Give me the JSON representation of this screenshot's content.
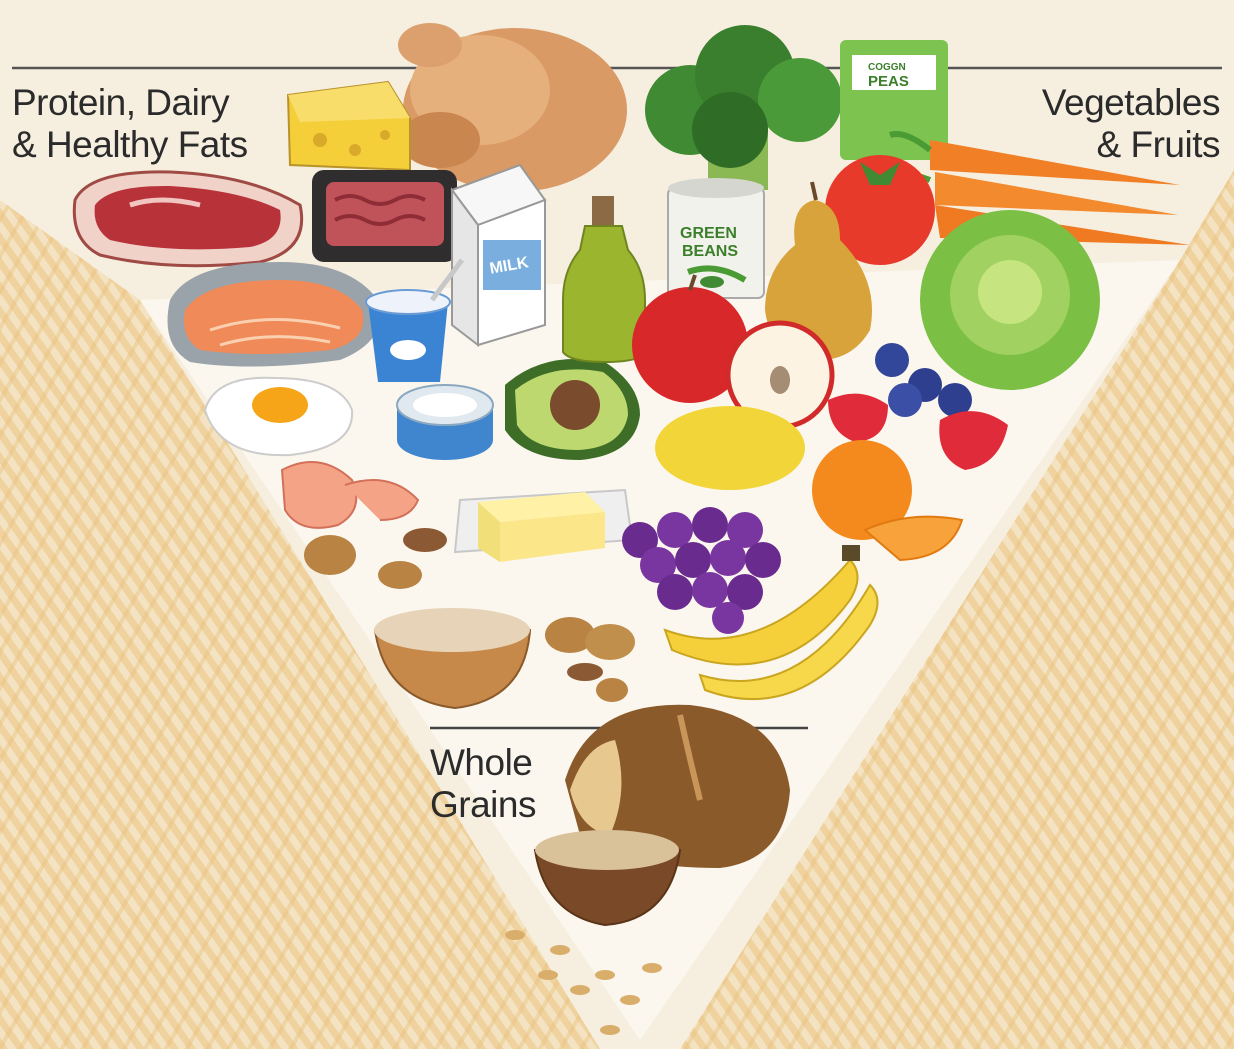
{
  "labels": {
    "protein": {
      "line1": "Protein, Dairy",
      "line2": "& Healthy Fats"
    },
    "vegetables": {
      "line1": "Vegetables",
      "line2": "& Fruits"
    },
    "grains": {
      "line1": "Whole",
      "line2": "Grains"
    }
  },
  "item_text": {
    "milk": "MILK",
    "green_beans_line1": "GREEN",
    "green_beans_line2": "BEANS",
    "peas_brand": "COGGN",
    "peas": "PEAS"
  },
  "colors": {
    "background": "#f6efe0",
    "hatch": "#efcf97",
    "triangle": "#fbf7ee",
    "label_text": "#2b2b2b"
  }
}
